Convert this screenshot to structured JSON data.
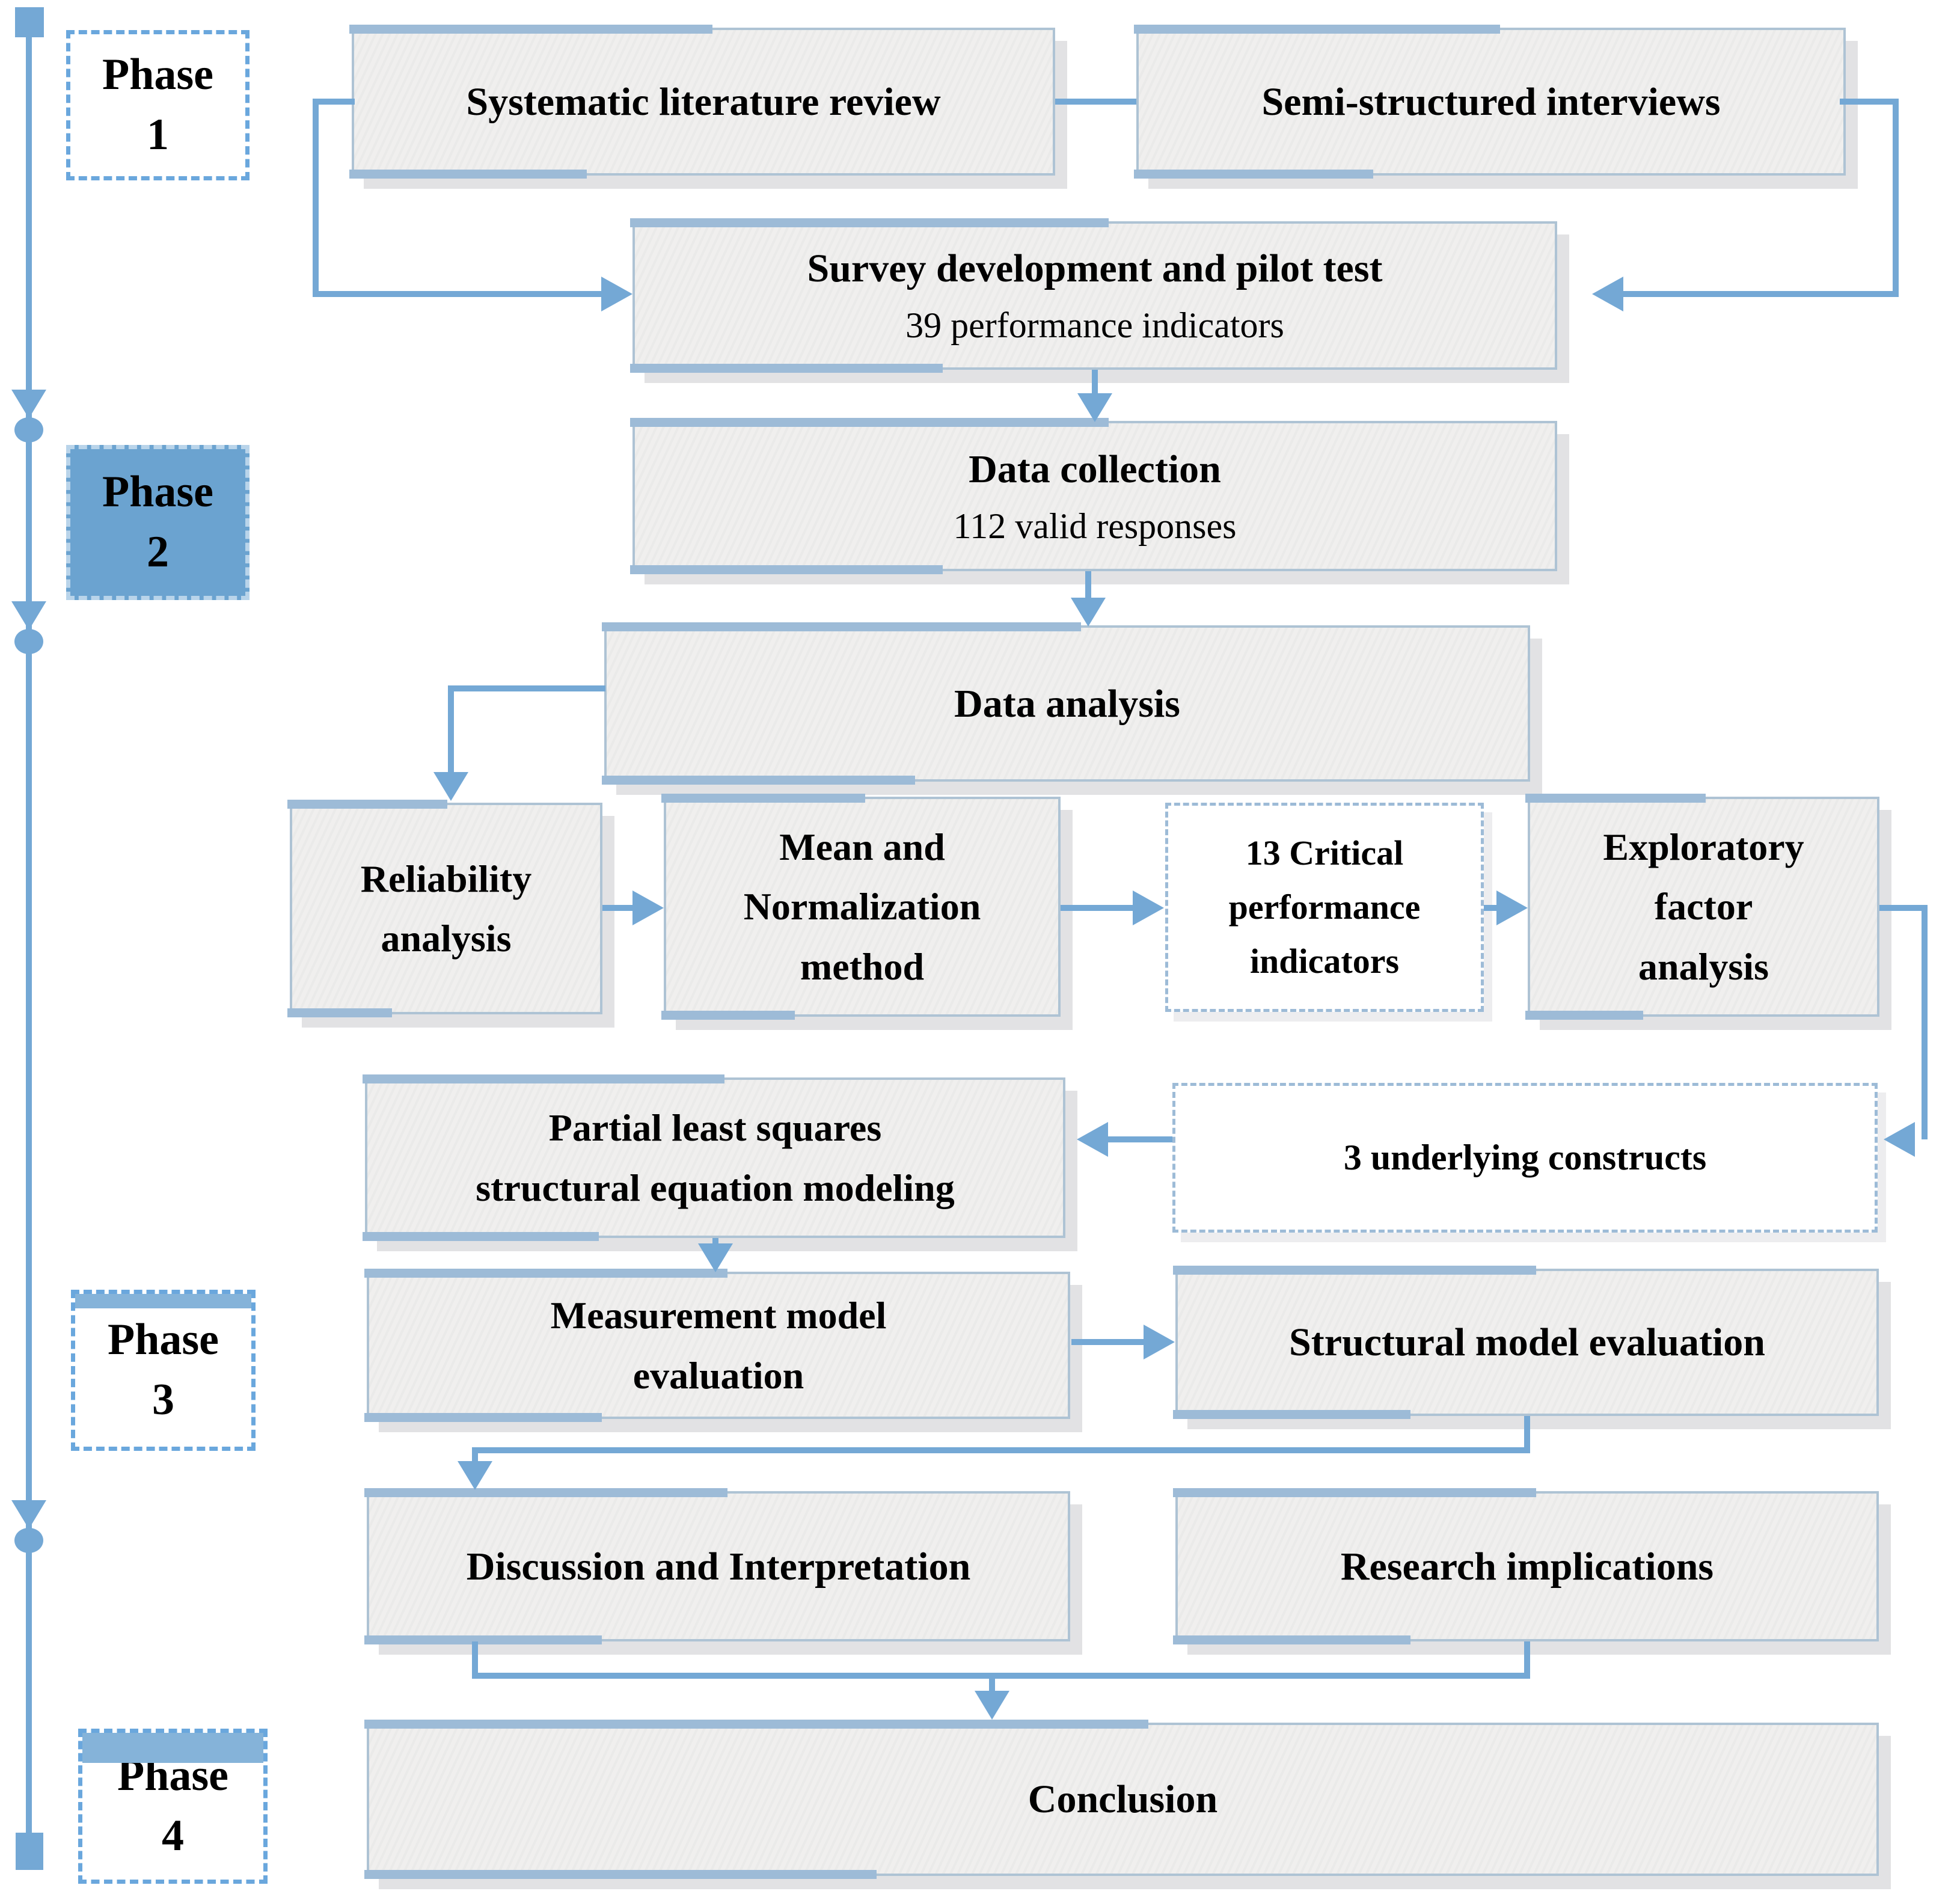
{
  "phases": {
    "p1": {
      "word": "Phase",
      "num": "1"
    },
    "p2": {
      "word": "Phase",
      "num": "2"
    },
    "p3": {
      "word": "Phase",
      "num": "3"
    },
    "p4": {
      "word": "Phase",
      "num": "4"
    }
  },
  "boxes": {
    "slr": {
      "label": "Systematic literature review"
    },
    "ssi": {
      "label": "Semi-structured interviews"
    },
    "sdpt": {
      "title": "Survey development and pilot test",
      "subtitle": "39 performance indicators"
    },
    "dc": {
      "title": "Data collection",
      "subtitle": "112 valid responses"
    },
    "da": {
      "label": "Data analysis"
    },
    "ra": {
      "l1": "Reliability",
      "l2": "analysis"
    },
    "mnm": {
      "l1": "Mean and",
      "l2": "Normalization",
      "l3": "method"
    },
    "cpi": {
      "l1": "13 Critical",
      "l2": "performance",
      "l3": "indicators"
    },
    "efa": {
      "l1": "Exploratory",
      "l2": "factor",
      "l3": "analysis"
    },
    "pls": {
      "l1": "Partial least squares",
      "l2": "structural equation modeling"
    },
    "uc": {
      "label": "3 underlying constructs"
    },
    "mme": {
      "l1": "Measurement model",
      "l2": "evaluation"
    },
    "sme": {
      "label": "Structural model evaluation"
    },
    "di": {
      "label": "Discussion and Interpretation"
    },
    "ri": {
      "label": "Research implications"
    },
    "conclusion": {
      "label": "Conclusion"
    }
  },
  "colors": {
    "connector": "#74a8d5",
    "phase2_fill": "#6ba3d0",
    "box_fill": "#f0efee",
    "box_border": "#aec3d4",
    "accent": "#9dbbd7",
    "phase_dash": "#6aa7dd"
  }
}
